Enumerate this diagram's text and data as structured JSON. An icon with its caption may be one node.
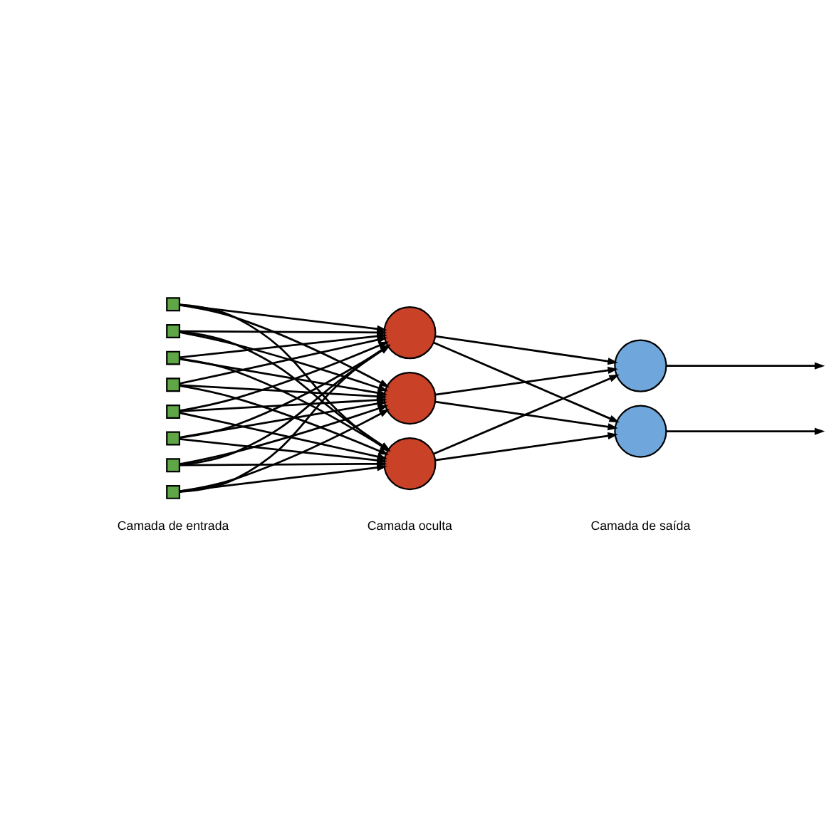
{
  "diagram": {
    "nodes": [
      {
        "text": [],
        "shape": "box"
      },
      {
        "text": [],
        "shape": "box"
      },
      {
        "text": [],
        "shape": "box"
      },
      {
        "text": [],
        "shape": "box"
      },
      {
        "text": [],
        "shape": "box"
      },
      {
        "text": [],
        "shape": "box"
      },
      {
        "text": [],
        "shape": "box"
      },
      {
        "text": [],
        "shape": "box"
      },
      {
        "text": [],
        "shape": "circle"
      },
      {
        "text": [],
        "shape": "circle"
      },
      {
        "text": [],
        "shape": "circle"
      },
      {
        "text": [],
        "shape": "circle"
      },
      {
        "text": [],
        "shape": "circle"
      }
    ],
    "edges": [
      {
        "from": 0,
        "to": 8,
        "arrow": "to"
      },
      {
        "from": 0,
        "to": 9,
        "arrow": "to"
      },
      {
        "from": 0,
        "to": 10,
        "arrow": "to"
      },
      {
        "from": 1,
        "to": 8,
        "arrow": "to"
      },
      {
        "from": 1,
        "to": 9,
        "arrow": "to"
      },
      {
        "from": 1,
        "to": 10,
        "arrow": "to"
      },
      {
        "from": 2,
        "to": 8,
        "arrow": "to"
      },
      {
        "from": 2,
        "to": 9,
        "arrow": "to"
      },
      {
        "from": 2,
        "to": 10,
        "arrow": "to"
      },
      {
        "from": 3,
        "to": 8,
        "arrow": "to"
      },
      {
        "from": 3,
        "to": 9,
        "arrow": "to"
      },
      {
        "from": 3,
        "to": 10,
        "arrow": "to"
      },
      {
        "from": 4,
        "to": 8,
        "arrow": "to"
      },
      {
        "from": 4,
        "to": 9,
        "arrow": "to"
      },
      {
        "from": 4,
        "to": 10,
        "arrow": "to"
      },
      {
        "from": 5,
        "to": 8,
        "arrow": "to"
      },
      {
        "from": 5,
        "to": 9,
        "arrow": "to"
      },
      {
        "from": 5,
        "to": 10,
        "arrow": "to"
      },
      {
        "from": 6,
        "to": 8,
        "arrow": "to"
      },
      {
        "from": 6,
        "to": 9,
        "arrow": "to"
      },
      {
        "from": 6,
        "to": 10,
        "arrow": "to"
      },
      {
        "from": 7,
        "to": 8,
        "arrow": "to"
      },
      {
        "from": 7,
        "to": 9,
        "arrow": "to"
      },
      {
        "from": 7,
        "to": 10,
        "arrow": "to"
      },
      {
        "from": 8,
        "to": 11,
        "arrow": "to"
      },
      {
        "from": 8,
        "to": 12,
        "arrow": "to"
      },
      {
        "from": 9,
        "to": 11,
        "arrow": "to"
      },
      {
        "from": 9,
        "to": 12,
        "arrow": "to"
      },
      {
        "from": 10,
        "to": 11,
        "arrow": "to"
      },
      {
        "from": 10,
        "to": 12,
        "arrow": "to"
      },
      {
        "from": 11,
        "to": null,
        "arrow": "to"
      },
      {
        "from": 12,
        "to": null,
        "arrow": "to"
      }
    ],
    "labels": [
      "Camada de entrada",
      "Camada oculta",
      "Camada de saída"
    ]
  }
}
